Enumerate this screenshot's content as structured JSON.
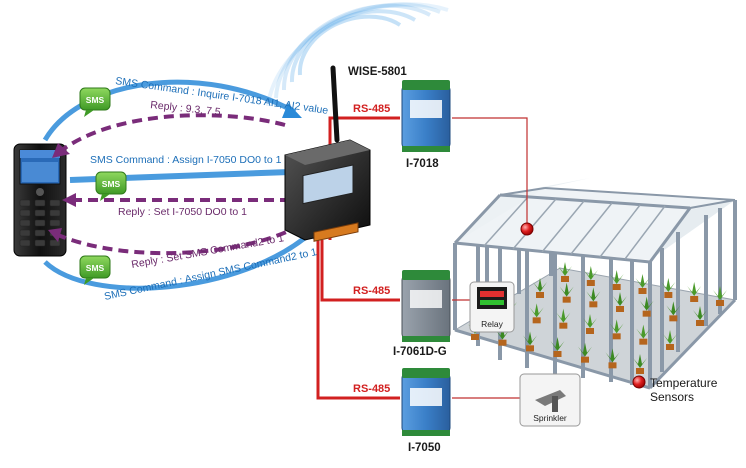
{
  "gateway": {
    "name": "WISE-5801"
  },
  "bus_label": "RS-485",
  "modules": [
    {
      "name": "I-7018"
    },
    {
      "name": "I-7061D-G"
    },
    {
      "name": "I-7050"
    }
  ],
  "actuators": {
    "relay": "Relay",
    "sprinkler": "Sprinkler"
  },
  "sms_badge": "SMS",
  "messages": [
    {
      "type": "command",
      "text": "SMS Command : Inquire I-7018 AI1, AI2 value"
    },
    {
      "type": "reply",
      "text": "Reply : 9.3, 7.5"
    },
    {
      "type": "command",
      "text": "SMS Command : Assign I-7050 DO0  to 1"
    },
    {
      "type": "reply",
      "text": "Reply : Set I-7050 DO0 to 1"
    },
    {
      "type": "reply",
      "text": "Reply : Set SMS Command2 to 1"
    },
    {
      "type": "command",
      "text": "SMS Command : Assign SMS Command2 to 1"
    }
  ],
  "legend": {
    "line1": "Temperature",
    "line2": "Sensors"
  },
  "colors": {
    "command": "#2a8ad8",
    "reply": "#7a2c7a",
    "rs485": "#d22020",
    "sms_green": "#5fb83a",
    "module_blue": "#3a7fc8",
    "greenhouse_frame": "#8a98a8"
  }
}
